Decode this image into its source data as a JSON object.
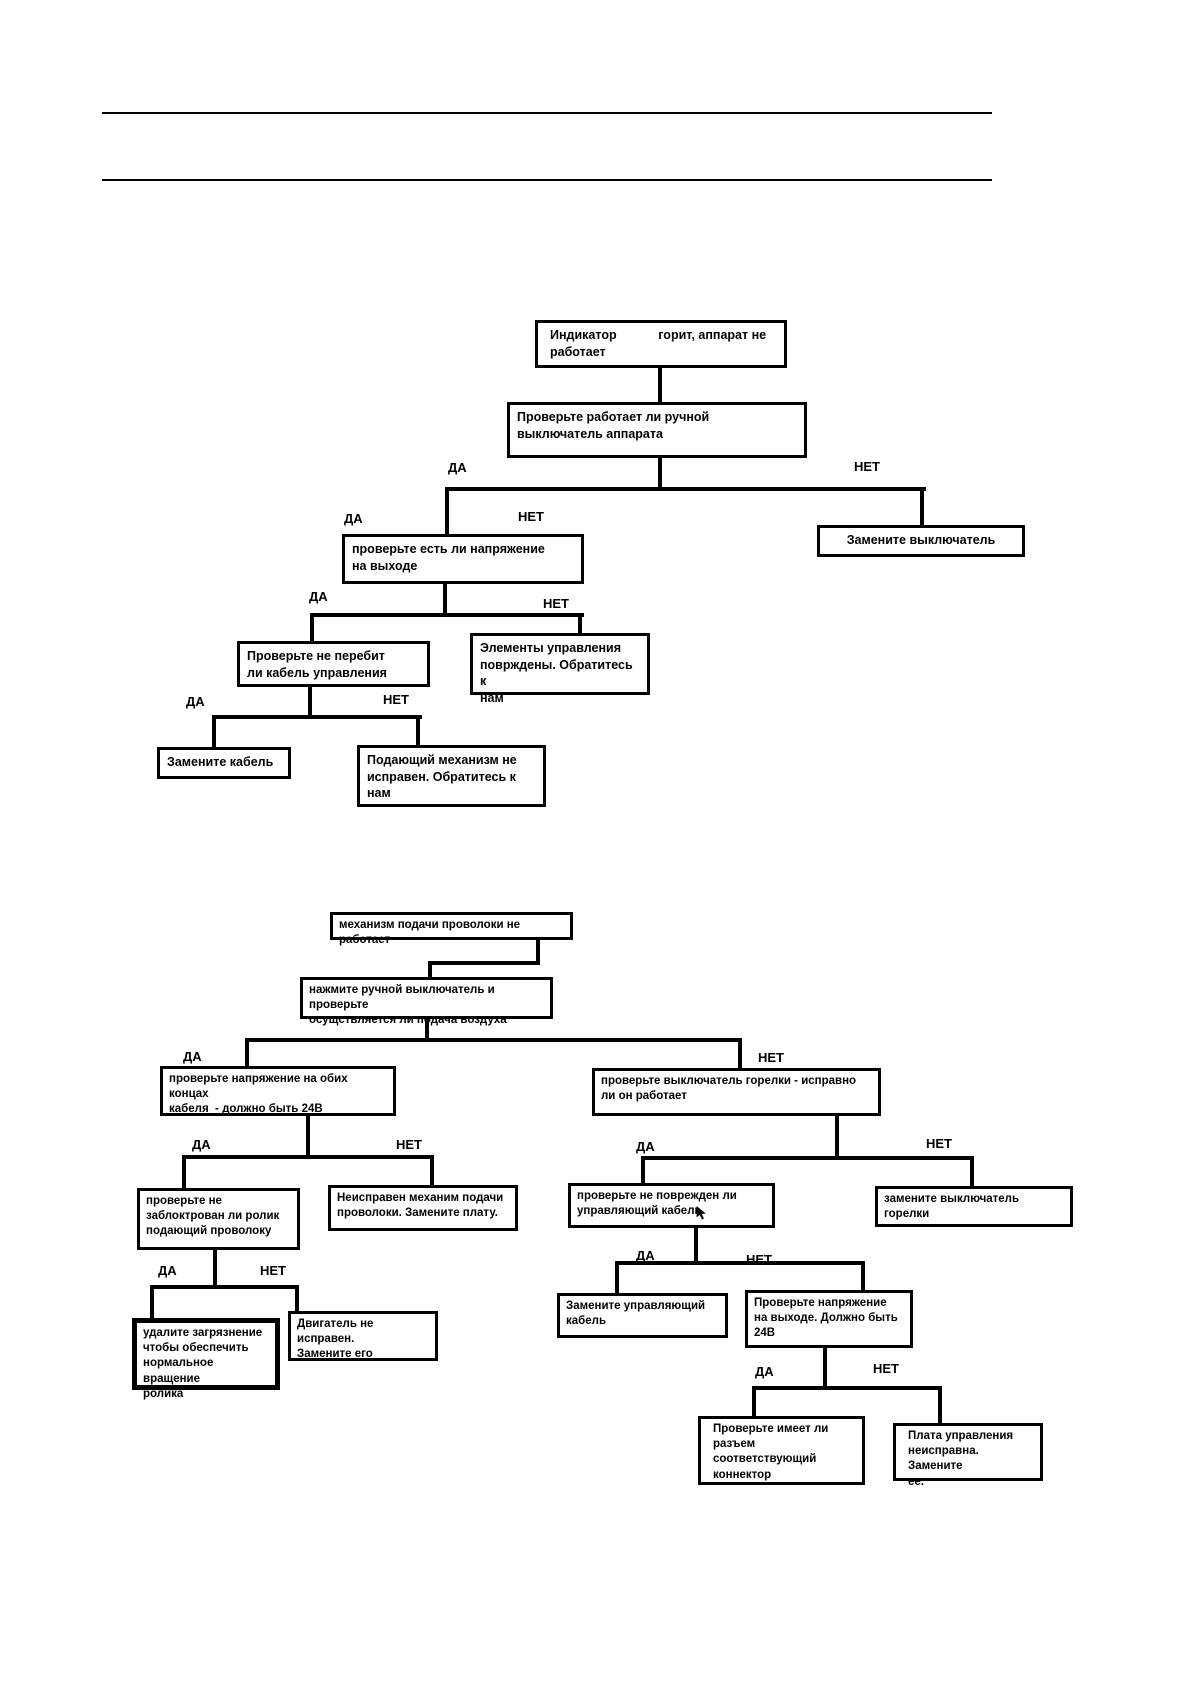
{
  "colors": {
    "ink": "#000000",
    "paper": "#ffffff"
  },
  "labels": {
    "yes": "ДА",
    "no": "НЕТ"
  },
  "flow1": {
    "indicator_fault": "Индикатор            горит, аппарат не\nработает",
    "check_manual_switch": "Проверьте работает ли ручной\nвыключатель аппарата",
    "check_output_voltage": "проверьте есть ли напряжение\nна выходе",
    "replace_switch": "Замените выключатель",
    "check_control_cable": "Проверьте не перебит\nли кабель управления",
    "control_elements_damaged": "Элементы управления\nповрждены. Обратитесь к\nнам",
    "replace_cable": "Замените кабель",
    "feeder_faulty": "Подающий механизм не\nисправен. Обратитесь к\nнам"
  },
  "flow2": {
    "feeder_not_working": "механизм подачи проволоки не работает",
    "press_manual_switch": "нажмите ручной выключатель и проверьте\nосущствляется ли подача воздуха",
    "check_cable_voltage": "проверьте напряжение на обих концах\nкабеля  - должно быть 24В",
    "check_torch_switch": "проверьте выключатель горелки - исправно\nли он работает",
    "check_roller": "проверьте не\nзаблоктрован ли ролик\nподающий проволоку",
    "feeder_mechanism_faulty": "Неисправен механим подачи\nпроволоки. Замените плату.",
    "remove_dirt": "удалите загрязнение\nчтобы обеспечить\nнормальное вращение\nролика",
    "motor_faulty": "Двигатель не исправен.\nЗамените его",
    "check_control_cable_damage": "проверьте не поврежден ли\nуправляющий кабель",
    "replace_torch_switch": "замените выключатель\nгорелки",
    "replace_control_cable": "Замените управляющий\nкабель",
    "check_output_24v": "Проверьте напряжение\nна выходе. Должно быть\n24В",
    "check_connector": "Проверьте имеет ли\nразъем\nсоответствующий\nконнектор",
    "control_board_faulty": "Плата управления\nнеисправна. Замените\nее."
  }
}
